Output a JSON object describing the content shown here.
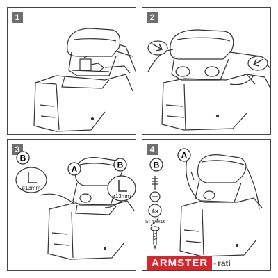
{
  "steps": [
    {
      "number": "1"
    },
    {
      "number": "2"
    },
    {
      "number": "3",
      "callouts": {
        "a": "A",
        "b": "B",
        "hole_size": "ø13mm"
      }
    },
    {
      "number": "4",
      "callouts": {
        "a": "A",
        "b": "B",
        "quantity": "4×",
        "screw_spec": "St 4,8x16"
      }
    }
  ],
  "brand": {
    "name": "ARMSTER",
    "separator": "-",
    "sub": "rati"
  },
  "colors": {
    "frame": "#444444",
    "badge": "#6e6e6e",
    "brand_red": "#d9262e",
    "line": "#333333"
  }
}
